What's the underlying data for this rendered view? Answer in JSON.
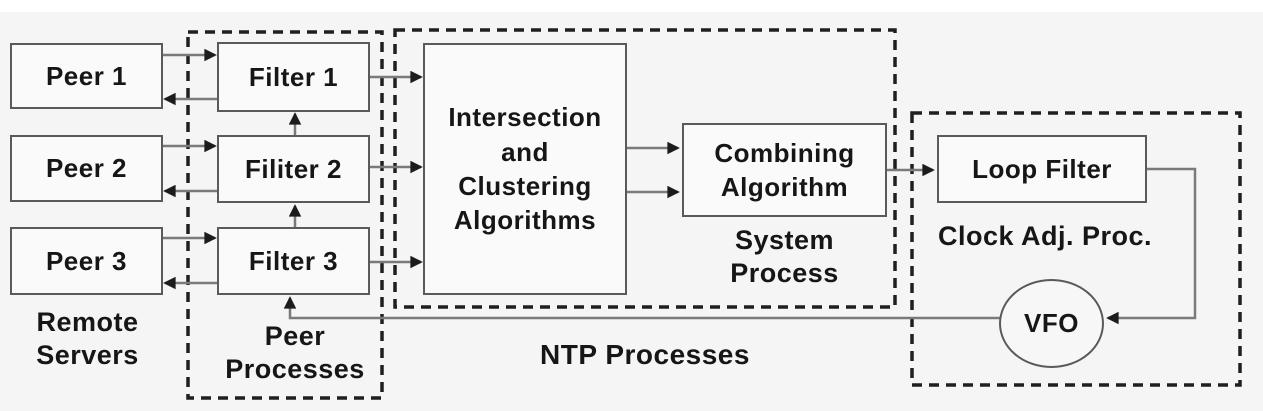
{
  "diagram": {
    "nodes": {
      "peer1": {
        "label": "Peer 1"
      },
      "peer2": {
        "label": "Peer 2"
      },
      "peer3": {
        "label": "Peer 3"
      },
      "filter1": {
        "label": "Filter 1"
      },
      "filter2": {
        "label": "Filiter 2"
      },
      "filter3": {
        "label": "Filter 3"
      },
      "intersection": {
        "lines": [
          "Intersection",
          "and",
          "Clustering",
          "Algorithms"
        ]
      },
      "combining": {
        "lines": [
          "Combining",
          "Algorithm"
        ]
      },
      "loop_filter": {
        "label": "Loop Filter"
      },
      "vfo": {
        "label": "VFO"
      }
    },
    "labels": {
      "remote_servers": {
        "lines": [
          "Remote",
          "Servers"
        ]
      },
      "peer_processes": {
        "lines": [
          "Peer",
          "Processes"
        ]
      },
      "system_process": {
        "lines": [
          "System",
          "Process"
        ]
      },
      "ntp_processes": {
        "label": "NTP Processes"
      },
      "clock_adj_proc": {
        "label": "Clock Adj. Proc."
      }
    },
    "colors": {
      "background": "#f5f5f5",
      "box_border": "#5a5a5a",
      "dashed_border": "#1f1f1f",
      "connector": "#7a7a7a",
      "arrowhead": "#1c1c1c",
      "text": "#161616"
    }
  }
}
